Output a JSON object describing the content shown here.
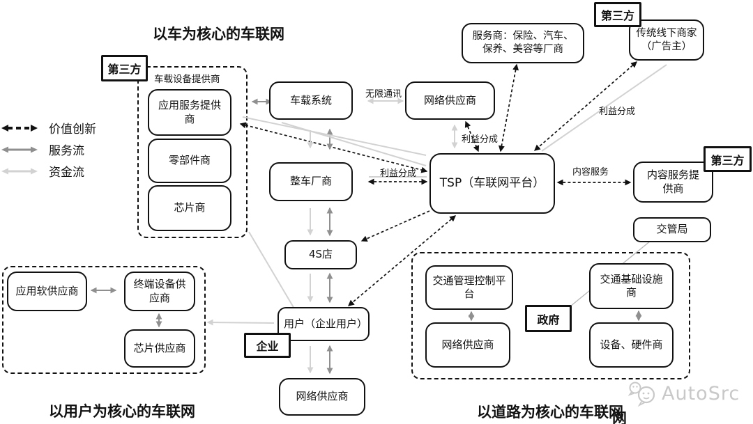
{
  "titles": {
    "car_centric": "以车为核心的车联网",
    "user_centric": "以用户为核心的车联网",
    "road_centric": "以道路为核心的车联网"
  },
  "legend": {
    "value_innovation": "价值创新",
    "service_flow": "服务流",
    "capital_flow": "资金流"
  },
  "tags": {
    "third_party": "第三方",
    "enterprise": "企业",
    "government": "政府"
  },
  "group_labels": {
    "vehicle_device_provider": "车载设备提供商"
  },
  "nodes": {
    "app_service_provider": "应用服务提供商",
    "parts_maker": "零部件商",
    "chip_maker": "芯片商",
    "vehicle_system": "车载系统",
    "network_provider_car": "网络供应商",
    "oem": "整车厂商",
    "tsp": "TSP（车联网平台）",
    "service_merchants": "服务商：保险、汽车、保养、美容等厂商",
    "offline_merchants": "传统线下商家（广告主）",
    "content_service_provider": "内容服务提供商",
    "traffic_bureau": "交管局",
    "s4_store": "4S店",
    "user": "用户（企业用户）",
    "network_provider_user": "网络供应商",
    "app_software_provider": "应用软供应商",
    "terminal_device_provider": "终端设备供应商",
    "chip_supplier": "芯片供应商",
    "traffic_mgmt_platform": "交通管理控制平台",
    "network_provider_road": "网络供应商",
    "traffic_infra_provider": "交通基础设施商",
    "device_hardware_provider": "设备、硬件商"
  },
  "edge_labels": {
    "wireless_comm": "无限通讯",
    "profit_sharing": "利益分成",
    "content_service": "内容服务"
  },
  "logo": {
    "text": "AutoSrc"
  },
  "watermark": {
    "char": "网"
  },
  "colors": {
    "ink": "#111111",
    "service_gray": "#8f8f8f",
    "capital_gray": "#d2d2d2",
    "logo_gray": "#c8c8c8"
  }
}
